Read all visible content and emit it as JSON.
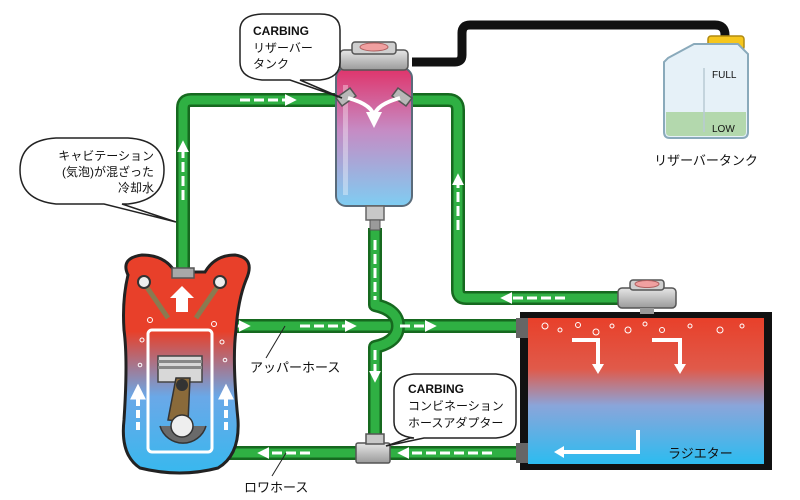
{
  "callouts": {
    "reservoir": {
      "title": "CARBING",
      "line1": "リザーバー",
      "line2": "タンク"
    },
    "cavitation": {
      "line1": "キャビテーション",
      "line2": "(気泡)が混ざった",
      "line3": "冷却水"
    },
    "adapter": {
      "title": "CARBING",
      "line1": "コンビネーション",
      "line2": "ホースアダプター"
    }
  },
  "labels": {
    "upper_hose": "アッパーホース",
    "lower_hose": "ロワホース",
    "radiator": "ラジエター",
    "reserve_tank": "リザーバータンク"
  },
  "tank_marks": {
    "full": "FULL",
    "low": "LOW"
  },
  "colors": {
    "hose": "#27a33a",
    "hose_dark": "#16691f",
    "hot": "#e8402a",
    "cold": "#33b5ee",
    "cap_yellow": "#f6c61d"
  }
}
